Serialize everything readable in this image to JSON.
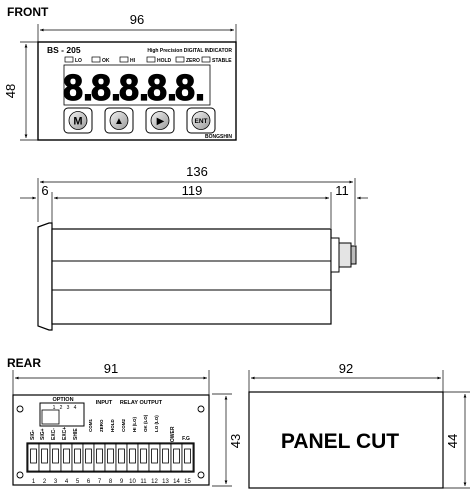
{
  "front": {
    "title": "FRONT",
    "width_dim": "96",
    "height_dim": "48",
    "model": "BS - 205",
    "subtitle": "High Precision DIGITAL INDICATOR",
    "indicators": [
      "LO",
      "OK",
      "HI",
      "HOLD",
      "ZERO",
      "STABLE"
    ],
    "digits": [
      "8.",
      "8.",
      "8.",
      "8.",
      "8."
    ],
    "buttons": [
      "M",
      "▲",
      "▶",
      "ENT"
    ],
    "brand": "BONGSHIN"
  },
  "side": {
    "overall_dim": "136",
    "front_dim": "6",
    "body_dim": "119",
    "rear_dim": "11"
  },
  "rear": {
    "title": "REAR",
    "width_dim": "91",
    "height_dim": "43",
    "option_label": "OPTION",
    "option_numbers": [
      "1",
      "2",
      "3",
      "4"
    ],
    "sig_labels": [
      "SIG-",
      "SIG+",
      "EXC-",
      "EXC+",
      "SHIE"
    ],
    "input_label": "INPUT",
    "relay_label": "RELAY OUTPUT",
    "power_label": "POWER",
    "mid_labels": [
      "COM1",
      "ZERO",
      "HOLD",
      "COM2",
      "HI (LO)",
      "OK (LO)",
      "LO (LO)"
    ],
    "fg_label": "F.G",
    "terminal_numbers": [
      "1",
      "2",
      "3",
      "4",
      "5",
      "6",
      "7",
      "8",
      "9",
      "10",
      "11",
      "12",
      "13",
      "14",
      "15"
    ]
  },
  "panel_cut": {
    "label": "PANEL CUT",
    "width_dim": "92",
    "height_dim": "44"
  }
}
